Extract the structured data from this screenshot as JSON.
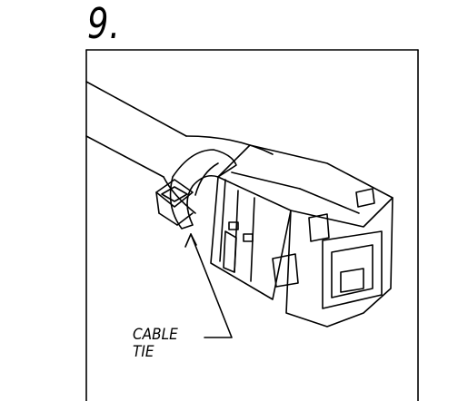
{
  "step": {
    "number": "9."
  },
  "callout": {
    "line1": "CABLE",
    "line2": "TIE"
  }
}
